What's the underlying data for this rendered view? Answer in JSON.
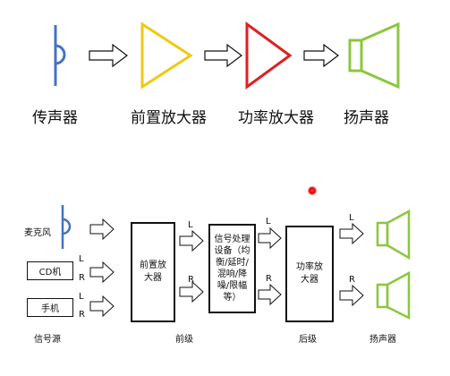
{
  "top_chain": {
    "labels": [
      "传声器",
      "前置放大器",
      "功率放大器",
      "扬声器"
    ],
    "colors": {
      "microphone": "#4472c4",
      "preamp": "#f2c80f",
      "power_amp": "#e02020",
      "speaker": "#8cc63f"
    }
  },
  "bottom_chain": {
    "microphone_label": "麦克风",
    "cd_label": "CD机",
    "phone_label": "手机",
    "source_label": "信号源",
    "preamp_box": [
      "前置放",
      "大器"
    ],
    "processor_box": [
      "信号处理",
      "设备（均",
      "衡/延时/",
      "混响/降",
      "噪/限幅",
      "等）"
    ],
    "power_amp_box": [
      "功率放",
      "大器"
    ],
    "stage_front": "前级",
    "stage_back": "后级",
    "speaker_label": "扬声器",
    "channel_left": "L",
    "channel_right": "R"
  }
}
